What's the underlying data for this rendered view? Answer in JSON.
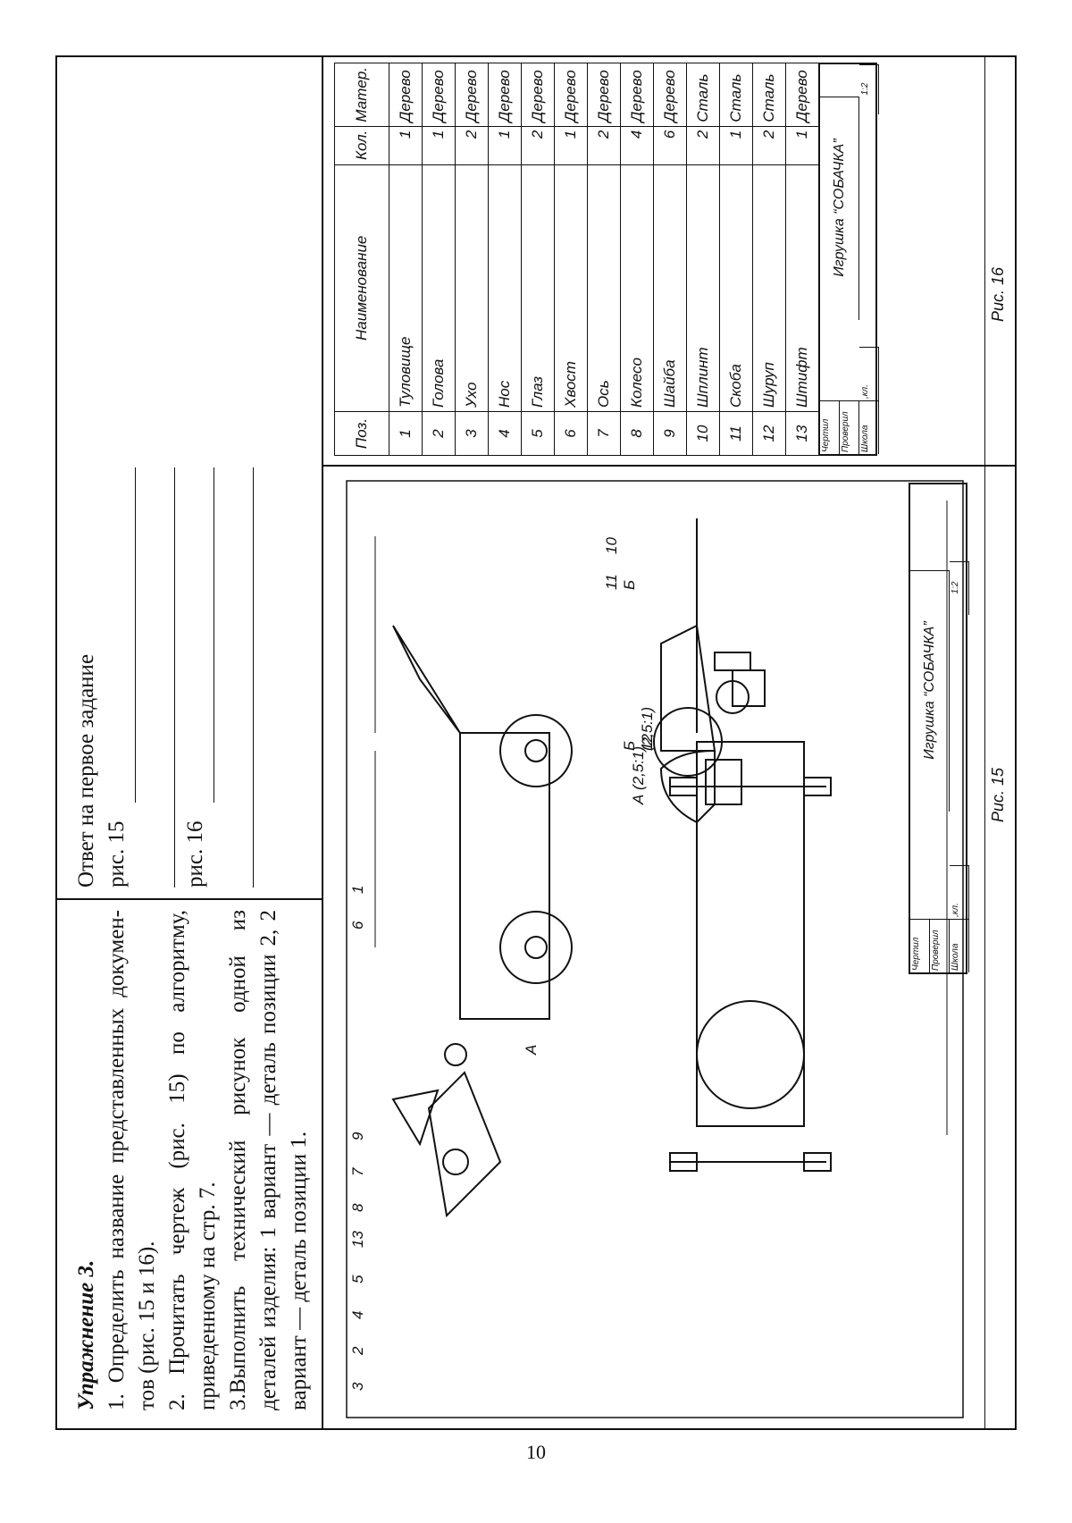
{
  "exercise": {
    "title": "Упражнение 3.",
    "items": [
      "1. Определить название представленных докумен-тов (рис. 15 и 16).",
      "2. Прочитать чертеж (рис. 15) по алгоритму, приведенному на стр. 7.",
      "3.Выполнить технический рисунок одной из деталей изделия: 1 вариант — деталь позиции 2, 2 вариант — деталь позиции 1."
    ]
  },
  "answer": {
    "heading": "Ответ на первое задание",
    "fig15_label": "рис. 15",
    "fig16_label": "рис. 16"
  },
  "drawing": {
    "labels": [
      "3",
      "2",
      "4",
      "5",
      "13",
      "8",
      "7",
      "9",
      "6",
      "1",
      "11",
      "10",
      "12"
    ],
    "view_a": "А (2,5:1)",
    "view_b_letter": "Б",
    "view_b_scale": "(2,5:1)",
    "arrow_b": "Б",
    "callout_a": "А",
    "caption": "Рис. 15"
  },
  "title_block": {
    "drew": "Чертил",
    "checked": "Проверил",
    "school": "Школа",
    "class": ",кл.",
    "name": "Игрушка “СОБАЧКА”",
    "scale": "1:2"
  },
  "spec": {
    "headers": [
      "Поз.",
      "Наименование",
      "Кол.",
      "Матер."
    ],
    "rows": [
      [
        "1",
        "Туловище",
        "1",
        "Дерево"
      ],
      [
        "2",
        "Голова",
        "1",
        "Дерево"
      ],
      [
        "3",
        "Ухо",
        "2",
        "Дерево"
      ],
      [
        "4",
        "Нос",
        "1",
        "Дерево"
      ],
      [
        "5",
        "Глаз",
        "2",
        "Дерево"
      ],
      [
        "6",
        "Хвост",
        "1",
        "Дерево"
      ],
      [
        "7",
        "Ось",
        "2",
        "Дерево"
      ],
      [
        "8",
        "Колесо",
        "4",
        "Дерево"
      ],
      [
        "9",
        "Шайба",
        "6",
        "Дерево"
      ],
      [
        "10",
        "Шплинт",
        "2",
        "Сталь"
      ],
      [
        "11",
        "Скоба",
        "1",
        "Сталь"
      ],
      [
        "12",
        "Шуруп",
        "2",
        "Сталь"
      ],
      [
        "13",
        "Штифт",
        "1",
        "Дерево"
      ]
    ],
    "caption": "Рис. 16"
  },
  "page_number": "10"
}
